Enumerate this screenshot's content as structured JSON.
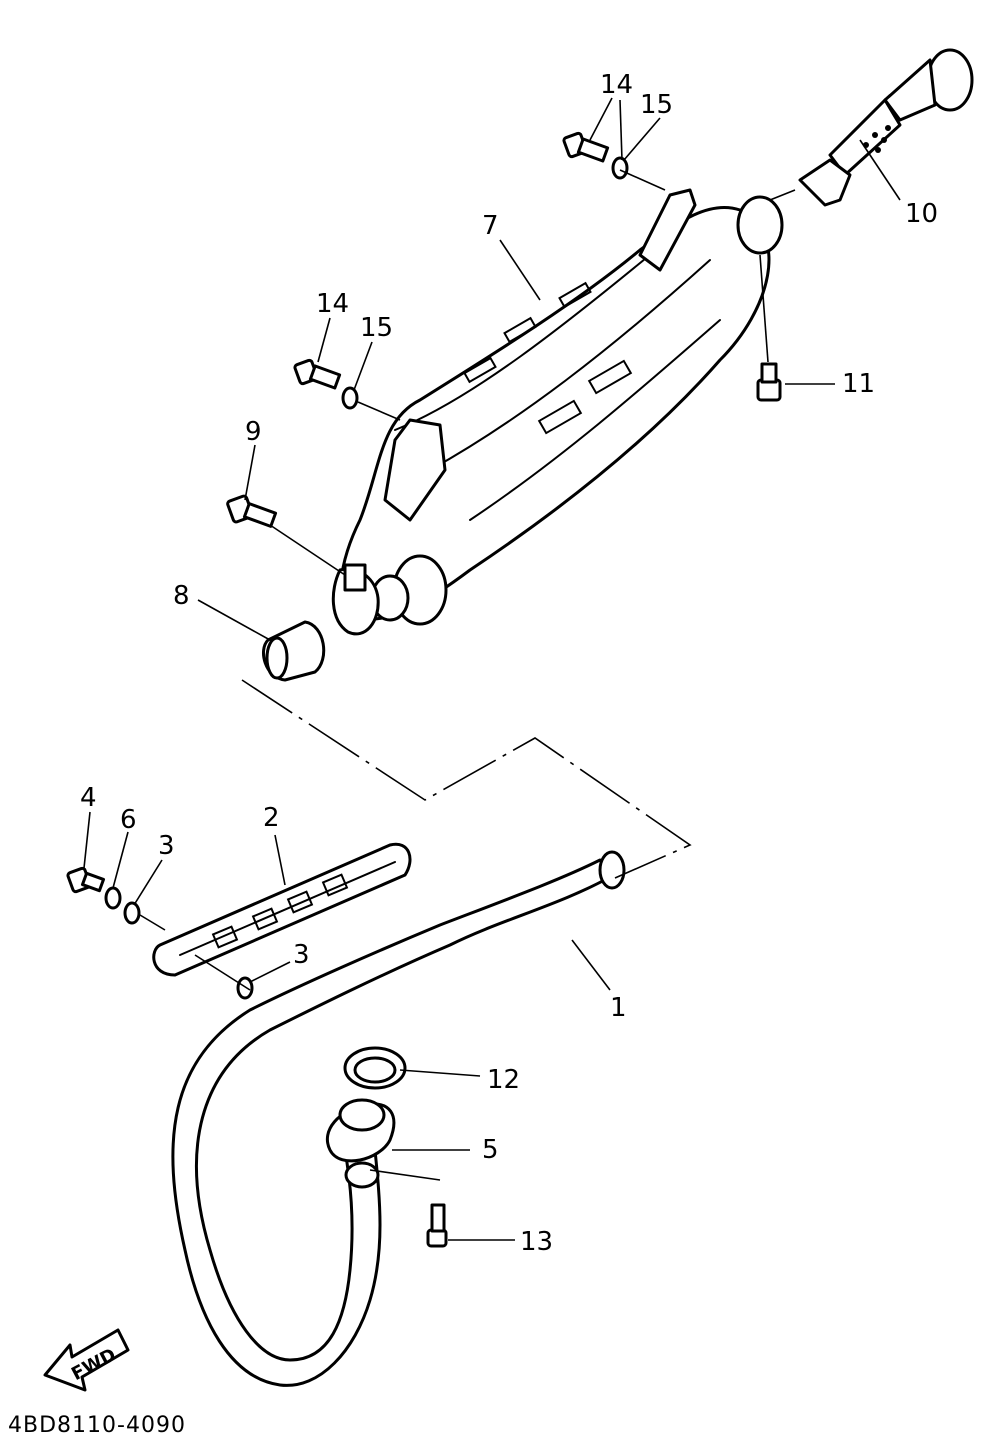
{
  "diagram": {
    "code": "4BD8110-4090",
    "direction_badge": "FWD",
    "callouts": {
      "c1": "1",
      "c2": "2",
      "c3a": "3",
      "c3b": "3",
      "c4": "4",
      "c5": "5",
      "c6": "6",
      "c7": "7",
      "c8": "8",
      "c9": "9",
      "c10": "10",
      "c11": "11",
      "c12": "12",
      "c13": "13",
      "c14a": "14",
      "c14b": "14",
      "c15a": "15",
      "c15b": "15"
    }
  }
}
